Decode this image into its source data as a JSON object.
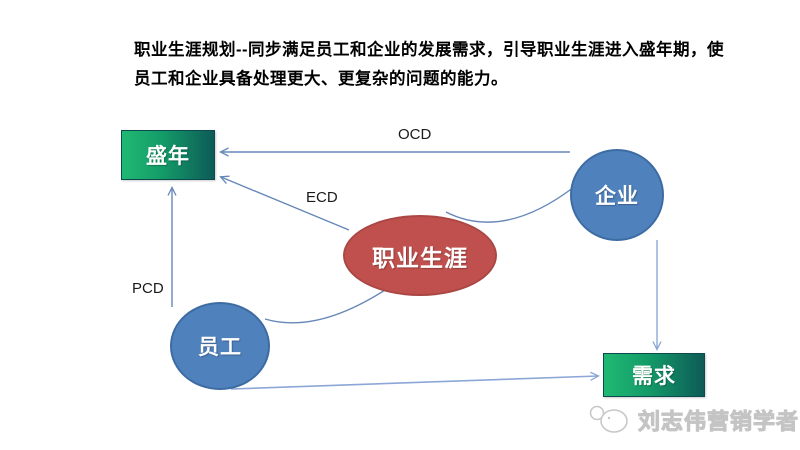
{
  "header": {
    "line1": "职业生涯规划--同步满足员工和企业的发展需求，引导职业生涯进入盛年期，使",
    "line2": "员工和企业具备处理更大、更复杂的问题的能力。"
  },
  "diagram": {
    "nodes": {
      "prime": {
        "label": "盛年",
        "shape": "rectangle",
        "fill": "gradient-green"
      },
      "career": {
        "label": "职业生涯",
        "shape": "ellipse",
        "fill": "#c0504d"
      },
      "enterprise": {
        "label": "企业",
        "shape": "circle",
        "fill": "#4f81bd"
      },
      "employee": {
        "label": "员工",
        "shape": "circle",
        "fill": "#4f81bd"
      },
      "demand": {
        "label": "需求",
        "shape": "rectangle",
        "fill": "gradient-green"
      }
    },
    "edges": {
      "ocd": {
        "label": "OCD",
        "from": "enterprise",
        "to": "prime"
      },
      "ecd": {
        "label": "ECD",
        "from": "career",
        "to": "prime"
      },
      "pcd": {
        "label": "PCD",
        "from": "employee",
        "to": "prime"
      },
      "enterprise_to_demand": {
        "label": "",
        "from": "enterprise",
        "to": "demand"
      },
      "employee_to_demand": {
        "label": "",
        "from": "employee",
        "to": "demand"
      },
      "enterprise_to_career": {
        "label": "",
        "from": "enterprise",
        "to": "career"
      },
      "employee_to_career": {
        "label": "",
        "from": "employee",
        "to": "career"
      }
    }
  },
  "watermark": {
    "text": "刘志伟营销学者"
  },
  "colors": {
    "node_green_light": "#1fb973",
    "node_green_dark": "#0d5b57",
    "node_blue": "#4f81bd",
    "node_blue_border": "#3d6ca3",
    "node_red": "#c0504d",
    "node_red_border": "#aa4744",
    "connector": "#6787b8",
    "connector_light": "#8ca7d6",
    "title_text": "#000000",
    "watermark_text": "#ececec"
  }
}
